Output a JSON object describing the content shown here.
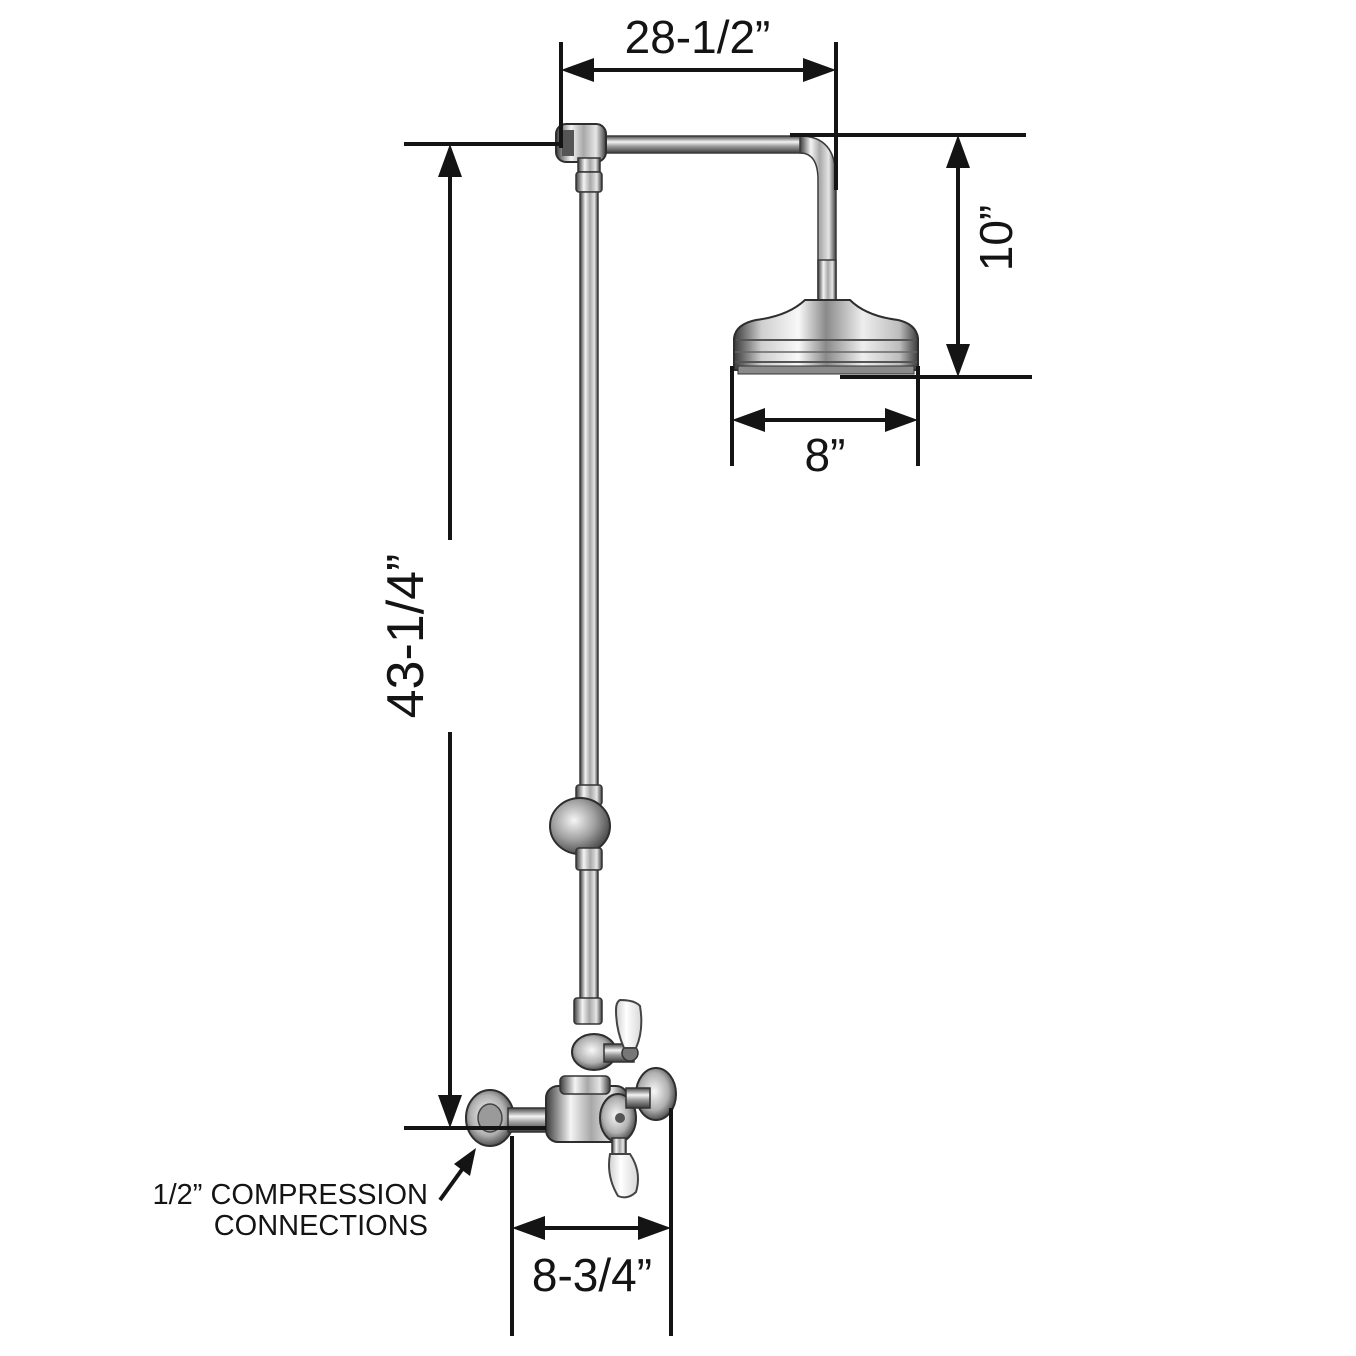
{
  "dimensions": {
    "arm_width": "28-1/2”",
    "arm_drop": "10”",
    "head_diameter": "8”",
    "overall_height": "43-1/4”",
    "valve_width": "8-3/4”"
  },
  "note": {
    "line1": "1/2” COMPRESSION",
    "line2": "CONNECTIONS"
  },
  "colors": {
    "ink": "#141414",
    "chrome_dark": "#3a3a3a",
    "chrome_mid": "#9a9a9a",
    "chrome_light": "#f2f2f2",
    "porcelain": "#ffffff"
  }
}
